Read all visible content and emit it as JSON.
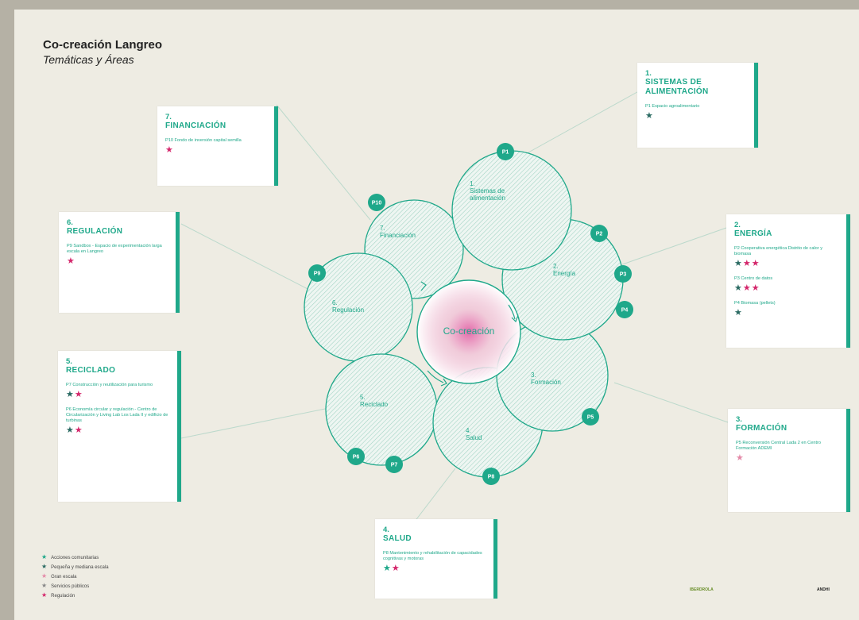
{
  "title": "Co-creación Langreo",
  "subtitle": "Temáticas y Áreas",
  "colors": {
    "accent": "#1fa88a",
    "community": "#1fa88a",
    "sme": "#2a6a62",
    "large": "#e48aa8",
    "public": "#888888",
    "regulation": "#d4266b"
  },
  "center_label": "Co-creación",
  "areas": [
    {
      "num": "1.",
      "label": "Sistemas de alimentación"
    },
    {
      "num": "2.",
      "label": "Energía"
    },
    {
      "num": "3.",
      "label": "Formación"
    },
    {
      "num": "4.",
      "label": "Salud"
    },
    {
      "num": "5.",
      "label": "Reciclado"
    },
    {
      "num": "6.",
      "label": "Regulación"
    },
    {
      "num": "7.",
      "label": "Financiación"
    }
  ],
  "project_badges": [
    "P1",
    "P2",
    "P3",
    "P4",
    "P5",
    "P6",
    "P7",
    "P8",
    "P9",
    "P10"
  ],
  "cards": {
    "c1": {
      "num": "1.",
      "name": "SISTEMAS DE ALIMENTACIÓN",
      "items": [
        {
          "text": "P1 Espacio agroalimentario",
          "stars": [
            "sme"
          ]
        }
      ]
    },
    "c2": {
      "num": "2.",
      "name": "ENERGÍA",
      "items": [
        {
          "text": "P2 Cooperativa energética Distrito de calor y biomasa",
          "stars": [
            "sme",
            "regulation",
            "regulation"
          ]
        },
        {
          "text": "P3 Centro de datos",
          "stars": [
            "sme",
            "regulation",
            "regulation"
          ]
        },
        {
          "text": "P4 Biomasa (pellets)",
          "stars": [
            "sme"
          ]
        }
      ]
    },
    "c3": {
      "num": "3.",
      "name": "FORMACIÓN",
      "items": [
        {
          "text": "P5 Reconversión Central Lada 2 en Centro Formación ADEMI",
          "stars": [
            "large"
          ]
        }
      ]
    },
    "c4": {
      "num": "4.",
      "name": "SALUD",
      "items": [
        {
          "text": "P8 Mantenimiento y rehabilitación de capacidades cognitivas y motoras",
          "stars": [
            "community",
            "regulation"
          ]
        }
      ]
    },
    "c5": {
      "num": "5.",
      "name": "RECICLADO",
      "items": [
        {
          "text": "P7 Construcción y reutilización para turismo",
          "stars": [
            "sme",
            "regulation"
          ]
        },
        {
          "text": "P6 Economía circular y regulación - Centro de Circularización y Living Lab Los Lada II y edificio de turbinas",
          "stars": [
            "sme",
            "regulation"
          ]
        }
      ]
    },
    "c6": {
      "num": "6.",
      "name": "REGULACIÓN",
      "items": [
        {
          "text": "P9 Sandbox - Espacio de experimentación larga escala en Langreo",
          "stars": [
            "regulation"
          ]
        }
      ]
    },
    "c7": {
      "num": "7.",
      "name": "FINANCIACIÓN",
      "items": [
        {
          "text": "P10 Fondo de inversión capital semilla",
          "stars": [
            "regulation"
          ]
        }
      ]
    }
  },
  "legend": [
    {
      "key": "community",
      "label": "Acciones comunitarias"
    },
    {
      "key": "sme",
      "label": "Pequeña y mediana escala"
    },
    {
      "key": "large",
      "label": "Gran escala"
    },
    {
      "key": "public",
      "label": "Servicios públicos"
    },
    {
      "key": "regulation",
      "label": "Regulación"
    }
  ],
  "logos": [
    "IBERDROLA",
    "ANDHI"
  ]
}
